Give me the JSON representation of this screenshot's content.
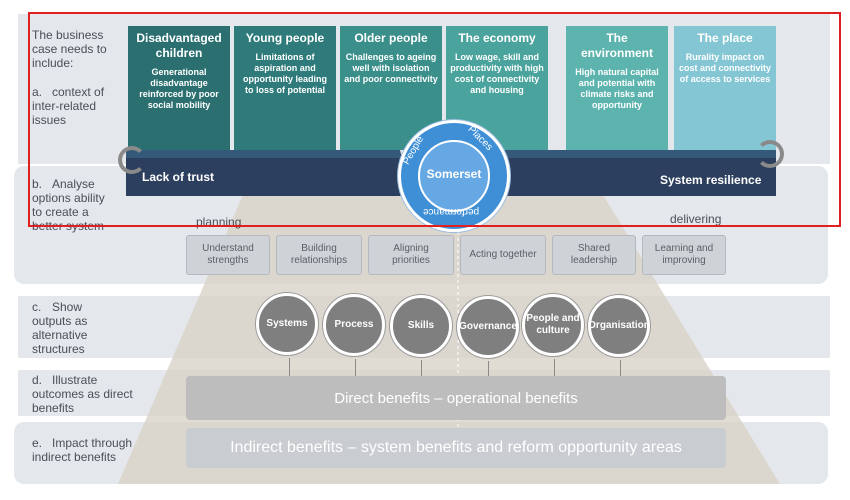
{
  "intro": "The business case needs to include:",
  "steps": [
    {
      "letter": "a.",
      "text": "context of inter-related issues"
    },
    {
      "letter": "b.",
      "text": "Analyse options ability to create a better system"
    },
    {
      "letter": "c.",
      "text": "Show outputs as alternative structures"
    },
    {
      "letter": "d.",
      "text": "Illustrate outcomes as direct benefits"
    },
    {
      "letter": "e.",
      "text": "Impact through indirect  benefits"
    }
  ],
  "issues": [
    {
      "title": "Disadvantaged children",
      "desc": "Generational disadvantage reinforced by poor social mobility",
      "color": "#2b6f70"
    },
    {
      "title": "Young people",
      "desc": "Limitations of aspiration and opportunity leading to loss of potential",
      "color": "#2f7b7b"
    },
    {
      "title": "Older people",
      "desc": "Challenges to ageing well with isolation and poor connectivity",
      "color": "#3a8f8b"
    },
    {
      "title": "The economy",
      "desc": "Low wage, skill and productivity with high cost of connectivity and housing",
      "color": "#4aa39c"
    },
    {
      "title": "The environment",
      "desc": "High natural capital and potential with climate risks and opportunity",
      "color": "#5db3ae"
    },
    {
      "title": "The place",
      "desc": "Rurality impact on cost and connectivity of access to services",
      "color": "#85c6d4"
    }
  ],
  "hub": {
    "center": "Somerset",
    "ring_people": "People",
    "ring_places": "Places",
    "ring_performance": "performance"
  },
  "left_bar": "Lack of trust",
  "right_bar": "System resilience",
  "planning": "planning",
  "delivering": "delivering",
  "actions": [
    "Understand strengths",
    "Building relationships",
    "Aligning priorities",
    "Acting together",
    "Shared leadership",
    "Learning and improving"
  ],
  "structures": [
    "Systems",
    "Process",
    "Skills",
    "Governance",
    "People and culture",
    "Organisation"
  ],
  "direct_benefits": "Direct benefits – operational benefits",
  "indirect_benefits": "Indirect benefits – system benefits and reform opportunity areas",
  "colors": {
    "highlight_border": "#e02020",
    "hub": "#3f8fd6",
    "bar_dark": "#2d3f5e"
  }
}
